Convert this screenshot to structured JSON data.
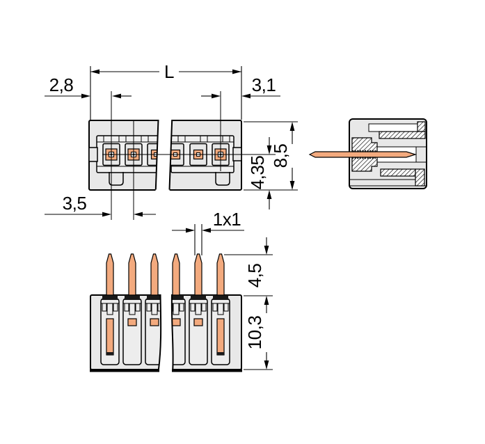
{
  "drawing": {
    "labels": {
      "total_length": "L",
      "edge_to_first_pole": "2,8",
      "last_pole_to_edge": "3,1",
      "pole_pitch": "3,5",
      "centerline_to_bottom": "4,35",
      "housing_height": "8,5",
      "pin_cross_section": "1x1",
      "pin_length": "4,5",
      "housing_depth": "10,3"
    },
    "colors": {
      "line": "#000000",
      "body": "#e8e8e8",
      "cavity": "#f0f0f0",
      "slot": "#ededed",
      "copper": "#f3aa7e",
      "knurl": "#1a1a1a",
      "background": "#ffffff"
    }
  }
}
